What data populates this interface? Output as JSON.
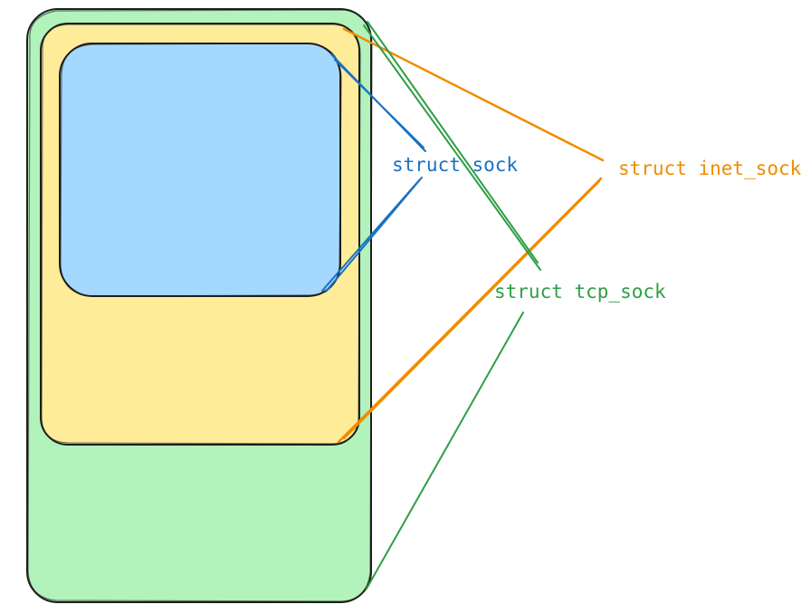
{
  "labels": {
    "sock": "struct sock",
    "inet_sock": "struct inet_sock",
    "tcp_sock": "struct tcp_sock"
  },
  "colors": {
    "tcp_fill": "#b2f2bb",
    "inet_fill": "#ffec99",
    "sock_fill": "#a5d8ff",
    "outline": "#1e1e1e",
    "sock_line": "#1971c2",
    "inet_line": "#f08c00",
    "tcp_line": "#2f9e44"
  }
}
